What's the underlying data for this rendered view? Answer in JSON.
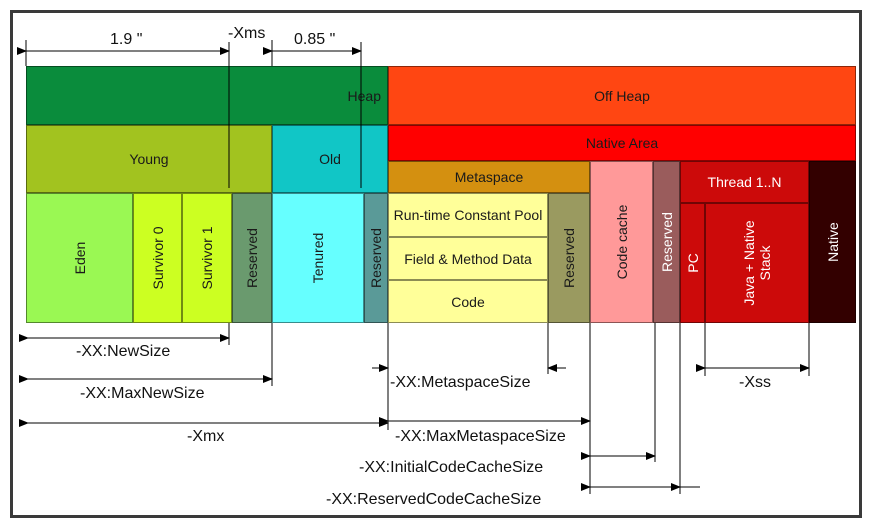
{
  "colors": {
    "heap": "#0a8c3c",
    "young": "#a2c31f",
    "old": "#11c6c6",
    "eden": "#9af853",
    "survivor": "#ccff22",
    "reserved_green": "#6a9a6e",
    "tenured": "#66ffff",
    "reserved_teal": "#5a9a98",
    "off_heap": "#ff4612",
    "native_area": "#ff0000",
    "metaspace": "#d49010",
    "metaspace_items": "#ffff99",
    "reserved_olive": "#9a9a60",
    "code_cache": "#ff9999",
    "reserved_mauve": "#9a5c5c",
    "thread": "#cc0a0a",
    "native": "#330000"
  },
  "blocks": {
    "heap": "Heap",
    "off_heap": "Off Heap",
    "young": "Young",
    "old": "Old",
    "native_area": "Native Area",
    "metaspace": "Metaspace",
    "thread": "Thread 1..N",
    "eden": "Eden",
    "survivor0": "Survivor 0",
    "survivor1": "Survivor 1",
    "reserved_young": "Reserved",
    "tenured": "Tenured",
    "reserved_old": "Reserved",
    "runtime_constant_pool": "Run-time Constant Pool",
    "field_method_data": "Field & Method Data",
    "code": "Code",
    "reserved_metaspace": "Reserved",
    "code_cache": "Code cache",
    "reserved_code_cache": "Reserved",
    "pc": "PC",
    "java_native_stack_line1": "Java + Native",
    "java_native_stack_line2": "Stack",
    "native": "Native"
  },
  "annotations": {
    "ratio_young": "1.9 \"",
    "xms": "-Xms",
    "ratio_old": "0.85 \"",
    "new_size": "-XX:NewSize",
    "max_new_size": "-XX:MaxNewSize",
    "xmx": "-Xmx",
    "metaspace_size": "-XX:MetaspaceSize",
    "max_metaspace_size": "-XX:MaxMetaspaceSize",
    "initial_code_cache_size": "-XX:InitialCodeCacheSize",
    "reserved_code_cache_size": "-XX:ReservedCodeCacheSize",
    "xss": "-Xss"
  }
}
